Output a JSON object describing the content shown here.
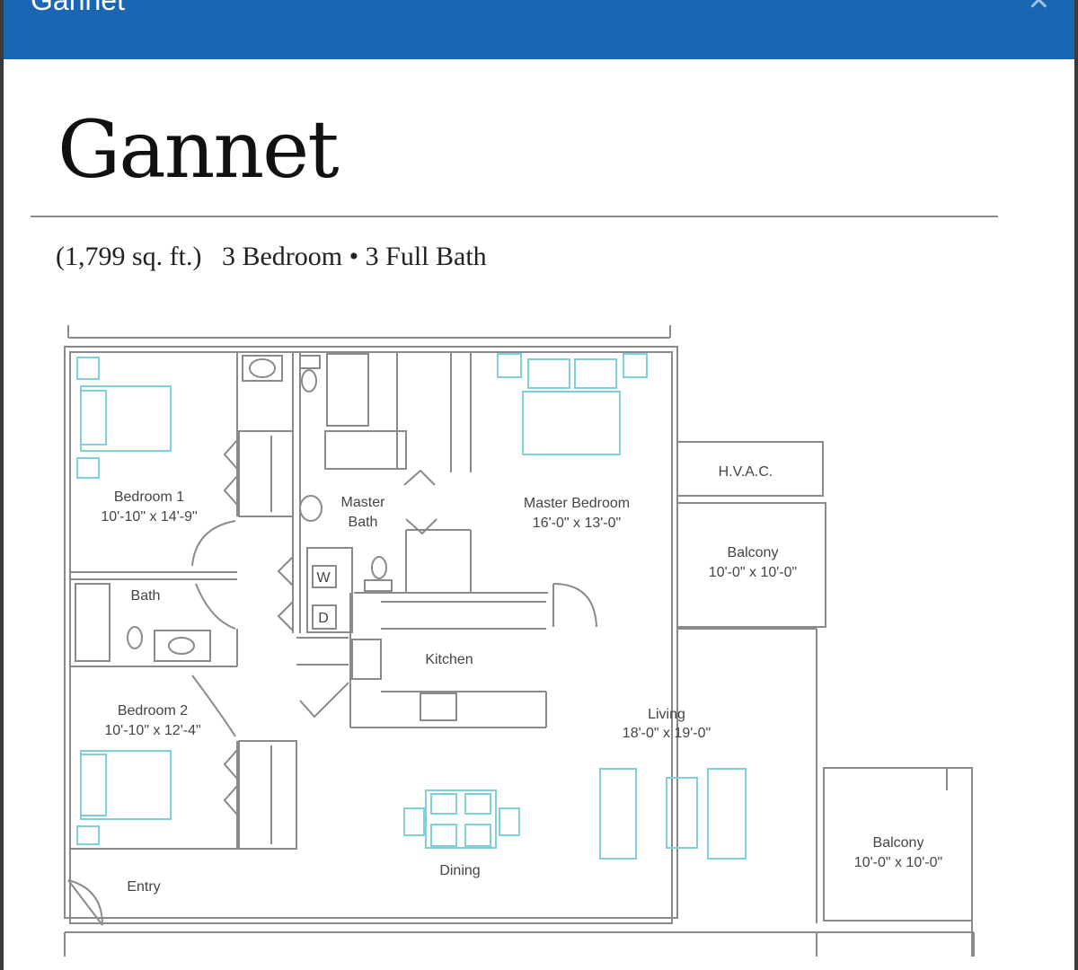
{
  "modal": {
    "header_title": "Gannet",
    "close_label": "×"
  },
  "plan": {
    "title": "Gannet",
    "subtitle": "(1,799 sq. ft.)   3 Bedroom • 3 Full Bath",
    "rooms": {
      "bedroom1": {
        "name": "Bedroom 1",
        "size": "10'-10\" x 14'-9\""
      },
      "bath": {
        "name": "Bath"
      },
      "bedroom2": {
        "name": "Bedroom 2",
        "size": "10'-10\" x 12'-4\""
      },
      "entry": {
        "name": "Entry"
      },
      "master_bath": {
        "name1": "Master",
        "name2": "Bath"
      },
      "washer": {
        "name": "W"
      },
      "dryer": {
        "name": "D"
      },
      "master_bedroom": {
        "name": "Master Bedroom",
        "size": "16'-0\" x 13'-0\""
      },
      "hvac": {
        "name": "H.V.A.C."
      },
      "balcony1": {
        "name": "Balcony",
        "size": "10'-0\" x 10'-0\""
      },
      "kitchen": {
        "name": "Kitchen"
      },
      "living": {
        "name": "Living",
        "size": "18'-0\" x 19'-0\""
      },
      "dining": {
        "name": "Dining"
      },
      "balcony2": {
        "name": "Balcony",
        "size": "10'-0\" x 10'-0\""
      }
    }
  },
  "colors": {
    "header_bg": "#1b66b3",
    "wall": "#7a7a7a",
    "furniture": "#7fd0dc"
  }
}
